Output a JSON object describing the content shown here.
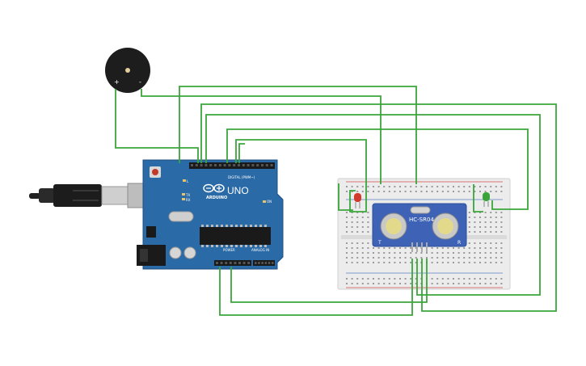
{
  "buzzer": {
    "plus_label": "+",
    "minus_label": "-"
  },
  "arduino": {
    "brand": "ARDUINO",
    "model": "UNO",
    "digital_label": "DIGITAL (PWM~)",
    "analog_label": "ANALOG IN",
    "power_label": "POWER",
    "tx_label": "TX",
    "rx_label": "RX",
    "on_label": "ON",
    "l_label": "L"
  },
  "sensor": {
    "model": "HC-SR04",
    "t_label": "T",
    "r_label": "R"
  },
  "colors": {
    "wire": "#3aa63a",
    "board": "#2a6aa6",
    "board_dark": "#1f4f80",
    "breadboard": "#ececec",
    "rail_red": "#d34b4b",
    "rail_blue": "#5a7fc4",
    "led_red": "#d23a2a",
    "led_green": "#3aa33a",
    "sensor_board": "#3e63b6"
  },
  "icons": [
    "usb-cable-icon",
    "buzzer-icon",
    "led-red-icon",
    "led-green-icon",
    "arduino-logo-icon"
  ]
}
